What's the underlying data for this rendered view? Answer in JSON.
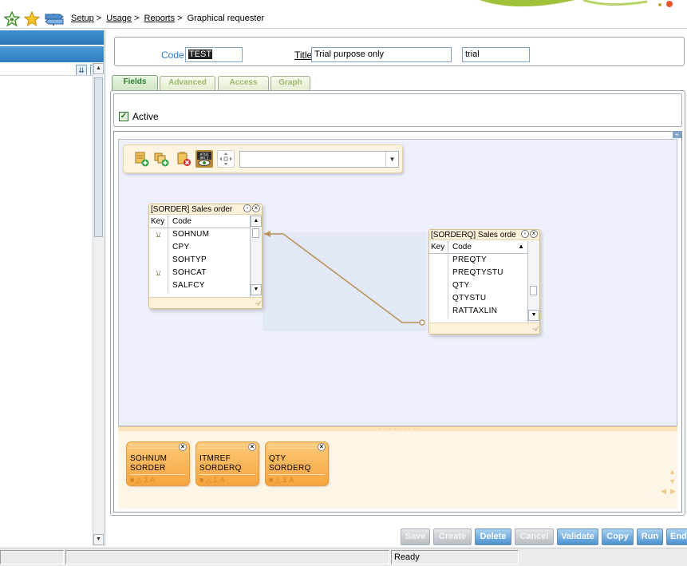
{
  "breadcrumb": [
    {
      "label": "Setup",
      "link": true
    },
    {
      "label": "Usage",
      "link": true
    },
    {
      "label": "Reports",
      "link": true
    },
    {
      "label": "Graphical requester",
      "link": false
    }
  ],
  "header": {
    "code_label": "Code",
    "code_value": "TEST",
    "title_label": "Title",
    "title_value": "Trial purpose only",
    "short_title_value": "trial"
  },
  "tabs": [
    {
      "label": "Fields",
      "active": true
    },
    {
      "label": "Advanced",
      "active": false
    },
    {
      "label": "Access",
      "active": false
    },
    {
      "label": "Graph",
      "active": false
    }
  ],
  "active_checkbox": {
    "label": "Active",
    "checked": true
  },
  "toolbar": {
    "icons": [
      "add-table-icon",
      "add-link-icon",
      "delete-icon",
      "sql-view-icon",
      "move-icon"
    ],
    "combo_value": ""
  },
  "tables": {
    "sorder": {
      "title": "[SORDER] Sales order",
      "title_overflow": "-Xe",
      "col_key": "Key",
      "col_code": "Code",
      "rows": [
        {
          "key": true,
          "code": "SOHNUM"
        },
        {
          "key": false,
          "code": "CPY"
        },
        {
          "key": false,
          "code": "SOHTYP"
        },
        {
          "key": true,
          "code": "SOHCAT"
        },
        {
          "key": false,
          "code": "SALFCY"
        }
      ]
    },
    "sorderq": {
      "title": "[SORDERQ] Sales orde",
      "title_overflow": "-s",
      "col_key": "Key",
      "col_code": "Code",
      "rows": [
        {
          "key": false,
          "code": "PREQTY"
        },
        {
          "key": false,
          "code": "PREQTYSTU"
        },
        {
          "key": false,
          "code": "QTY"
        },
        {
          "key": false,
          "code": "QTYSTU"
        },
        {
          "key": false,
          "code": "RATTAXLIN"
        }
      ]
    }
  },
  "selected_fields": [
    {
      "field": "SOHNUM",
      "table": "SORDER",
      "icons": "■ △ Σ A"
    },
    {
      "field": "ITMREF",
      "table": "SORDERQ",
      "icons": "■ △ Σ A"
    },
    {
      "field": "QTY",
      "table": "SORDERQ",
      "icons": "■ △ Σ A"
    }
  ],
  "actions": [
    {
      "label": "Save",
      "enabled": false
    },
    {
      "label": "Create",
      "enabled": false
    },
    {
      "label": "Delete",
      "enabled": true
    },
    {
      "label": "Cancel",
      "enabled": false
    },
    {
      "label": "Validate",
      "enabled": true
    },
    {
      "label": "Copy",
      "enabled": true
    },
    {
      "label": "Run",
      "enabled": true
    },
    {
      "label": "End",
      "enabled": true
    }
  ],
  "status": {
    "text": "Ready"
  },
  "colors": {
    "accent_blue": "#2f79c7",
    "tab_green": "#2f7e2f",
    "field_chip": "#f6a43d",
    "link_line": "#b8935a"
  }
}
